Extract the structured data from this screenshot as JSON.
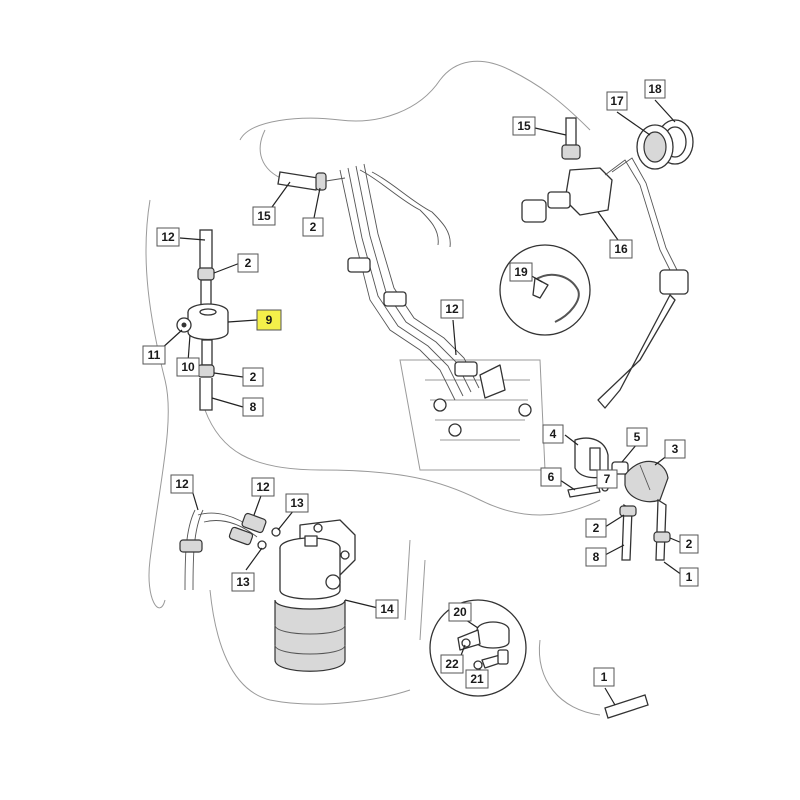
{
  "diagram": {
    "highlight_color": "#f4f04a",
    "callouts": [
      {
        "id": "c18",
        "label": "18"
      },
      {
        "id": "c17",
        "label": "17"
      },
      {
        "id": "c15a",
        "label": "15"
      },
      {
        "id": "c15b",
        "label": "15"
      },
      {
        "id": "c2a",
        "label": "2"
      },
      {
        "id": "c16",
        "label": "16"
      },
      {
        "id": "c12a",
        "label": "12"
      },
      {
        "id": "c2b",
        "label": "2"
      },
      {
        "id": "c19",
        "label": "19"
      },
      {
        "id": "c9",
        "label": "9",
        "highlighted": true
      },
      {
        "id": "c11",
        "label": "11"
      },
      {
        "id": "c10",
        "label": "10"
      },
      {
        "id": "c12b",
        "label": "12"
      },
      {
        "id": "c2c",
        "label": "2"
      },
      {
        "id": "c8a",
        "label": "8"
      },
      {
        "id": "c4",
        "label": "4"
      },
      {
        "id": "c5",
        "label": "5"
      },
      {
        "id": "c3",
        "label": "3"
      },
      {
        "id": "c6",
        "label": "6"
      },
      {
        "id": "c7",
        "label": "7"
      },
      {
        "id": "c12c",
        "label": "12"
      },
      {
        "id": "c12d",
        "label": "12"
      },
      {
        "id": "c13a",
        "label": "13"
      },
      {
        "id": "c2d",
        "label": "2"
      },
      {
        "id": "c2e",
        "label": "2"
      },
      {
        "id": "c8b",
        "label": "8"
      },
      {
        "id": "c1a",
        "label": "1"
      },
      {
        "id": "c13b",
        "label": "13"
      },
      {
        "id": "c14",
        "label": "14"
      },
      {
        "id": "c20",
        "label": "20"
      },
      {
        "id": "c22",
        "label": "22"
      },
      {
        "id": "c21",
        "label": "21"
      },
      {
        "id": "c1b",
        "label": "1"
      }
    ]
  }
}
